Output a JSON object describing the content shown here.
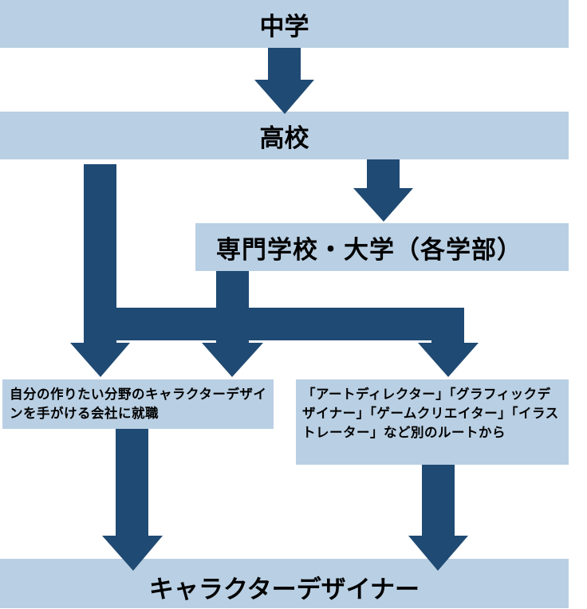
{
  "diagram": {
    "nodes": {
      "junior_high": "中学",
      "high_school": "高校",
      "vocational_university": "専門学校・大学（各学部）",
      "company_job": "自分の作りたい分野のキャラクターデザインを手がける会社に就職",
      "other_routes": "「アートディレクター」「グラフィックデザイナー」「ゲームクリエイター」「イラストレーター」など別のルートから",
      "goal": "キャラクターデザイナー"
    },
    "edges": [
      {
        "from": "中学",
        "to": "高校"
      },
      {
        "from": "高校",
        "to": "専門学校・大学（各学部）"
      },
      {
        "from": "高校",
        "to": "自分の作りたい分野のキャラクターデザインを手がける会社に就職"
      },
      {
        "from": "高校",
        "to": "「アートディレクター」…など別のルートから"
      },
      {
        "from": "専門学校・大学（各学部）",
        "to": "自分の作りたい分野のキャラクターデザインを手がける会社に就職"
      },
      {
        "from": "専門学校・大学（各学部）",
        "to": "「アートディレクター」…など別のルートから"
      },
      {
        "from": "自分の作りたい分野のキャラクターデザインを手がける会社に就職",
        "to": "キャラクターデザイナー"
      },
      {
        "from": "「アートディレクター」…など別のルートから",
        "to": "キャラクターデザイナー"
      }
    ],
    "colors": {
      "box_fill": "#b9cfe3",
      "arrow_fill": "#1f4a73",
      "text": "#000000"
    }
  }
}
